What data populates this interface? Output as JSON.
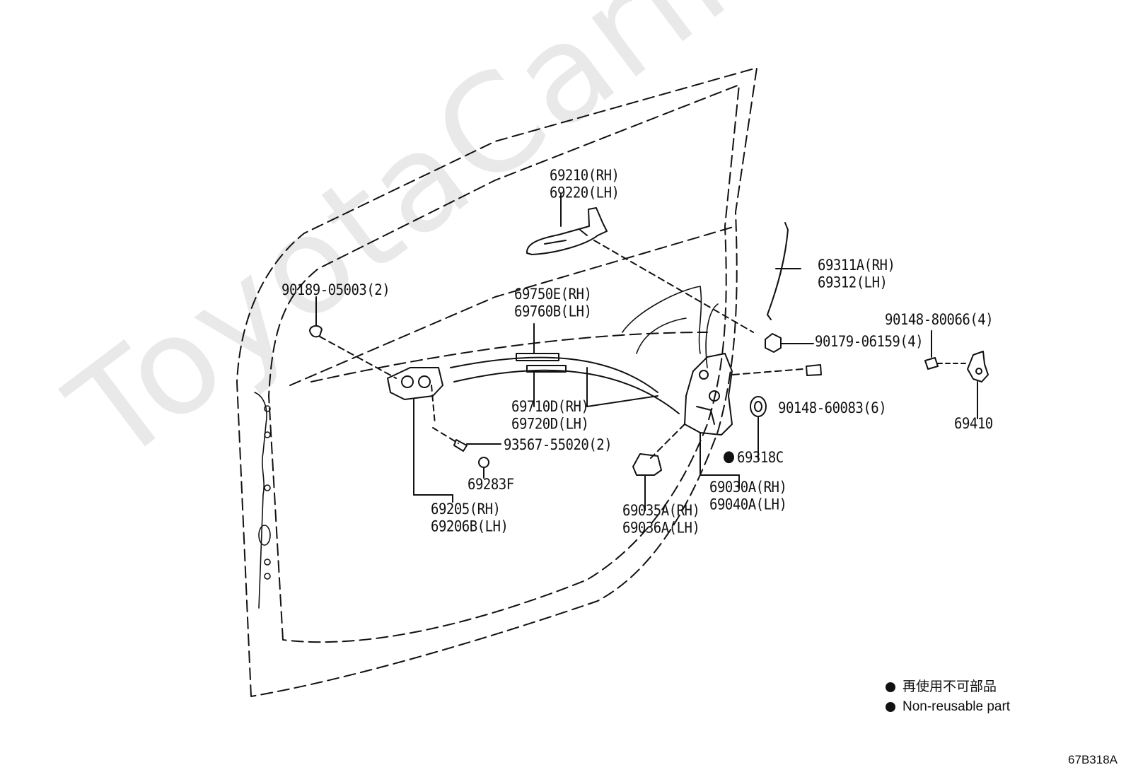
{
  "watermark": "ToyotaCarline.ru",
  "diagram_code": "67B318A",
  "legend": {
    "jp_text": "再使用不可部品",
    "en_text": "Non-reusable part"
  },
  "parts": {
    "outside_handle": [
      "69210(RH)",
      "69220(LH)"
    ],
    "lock_rod": [
      "69311A(RH)",
      "69312(LH)"
    ],
    "clip": "90189-05003(2)",
    "cable_upper": [
      "69750E(RH)",
      "69760B(LH)"
    ],
    "cable_lower": [
      "69710D(RH)",
      "69720D(LH)"
    ],
    "bolt_nut": "90179-06159(4)",
    "striker_screw": "90148-80066(4)",
    "lock_screw": "90148-60083(6)",
    "striker": "69410",
    "grommet": "69318C",
    "inside_handle_screw": "93567-55020(2)",
    "inside_handle_cap": "69283F",
    "inside_handle": [
      "69205(RH)",
      "69206B(LH)"
    ],
    "lock_assy": [
      "69030A(RH)",
      "69040A(LH)"
    ],
    "lock_cover": [
      "69035A(RH)",
      "69036A(LH)"
    ]
  }
}
